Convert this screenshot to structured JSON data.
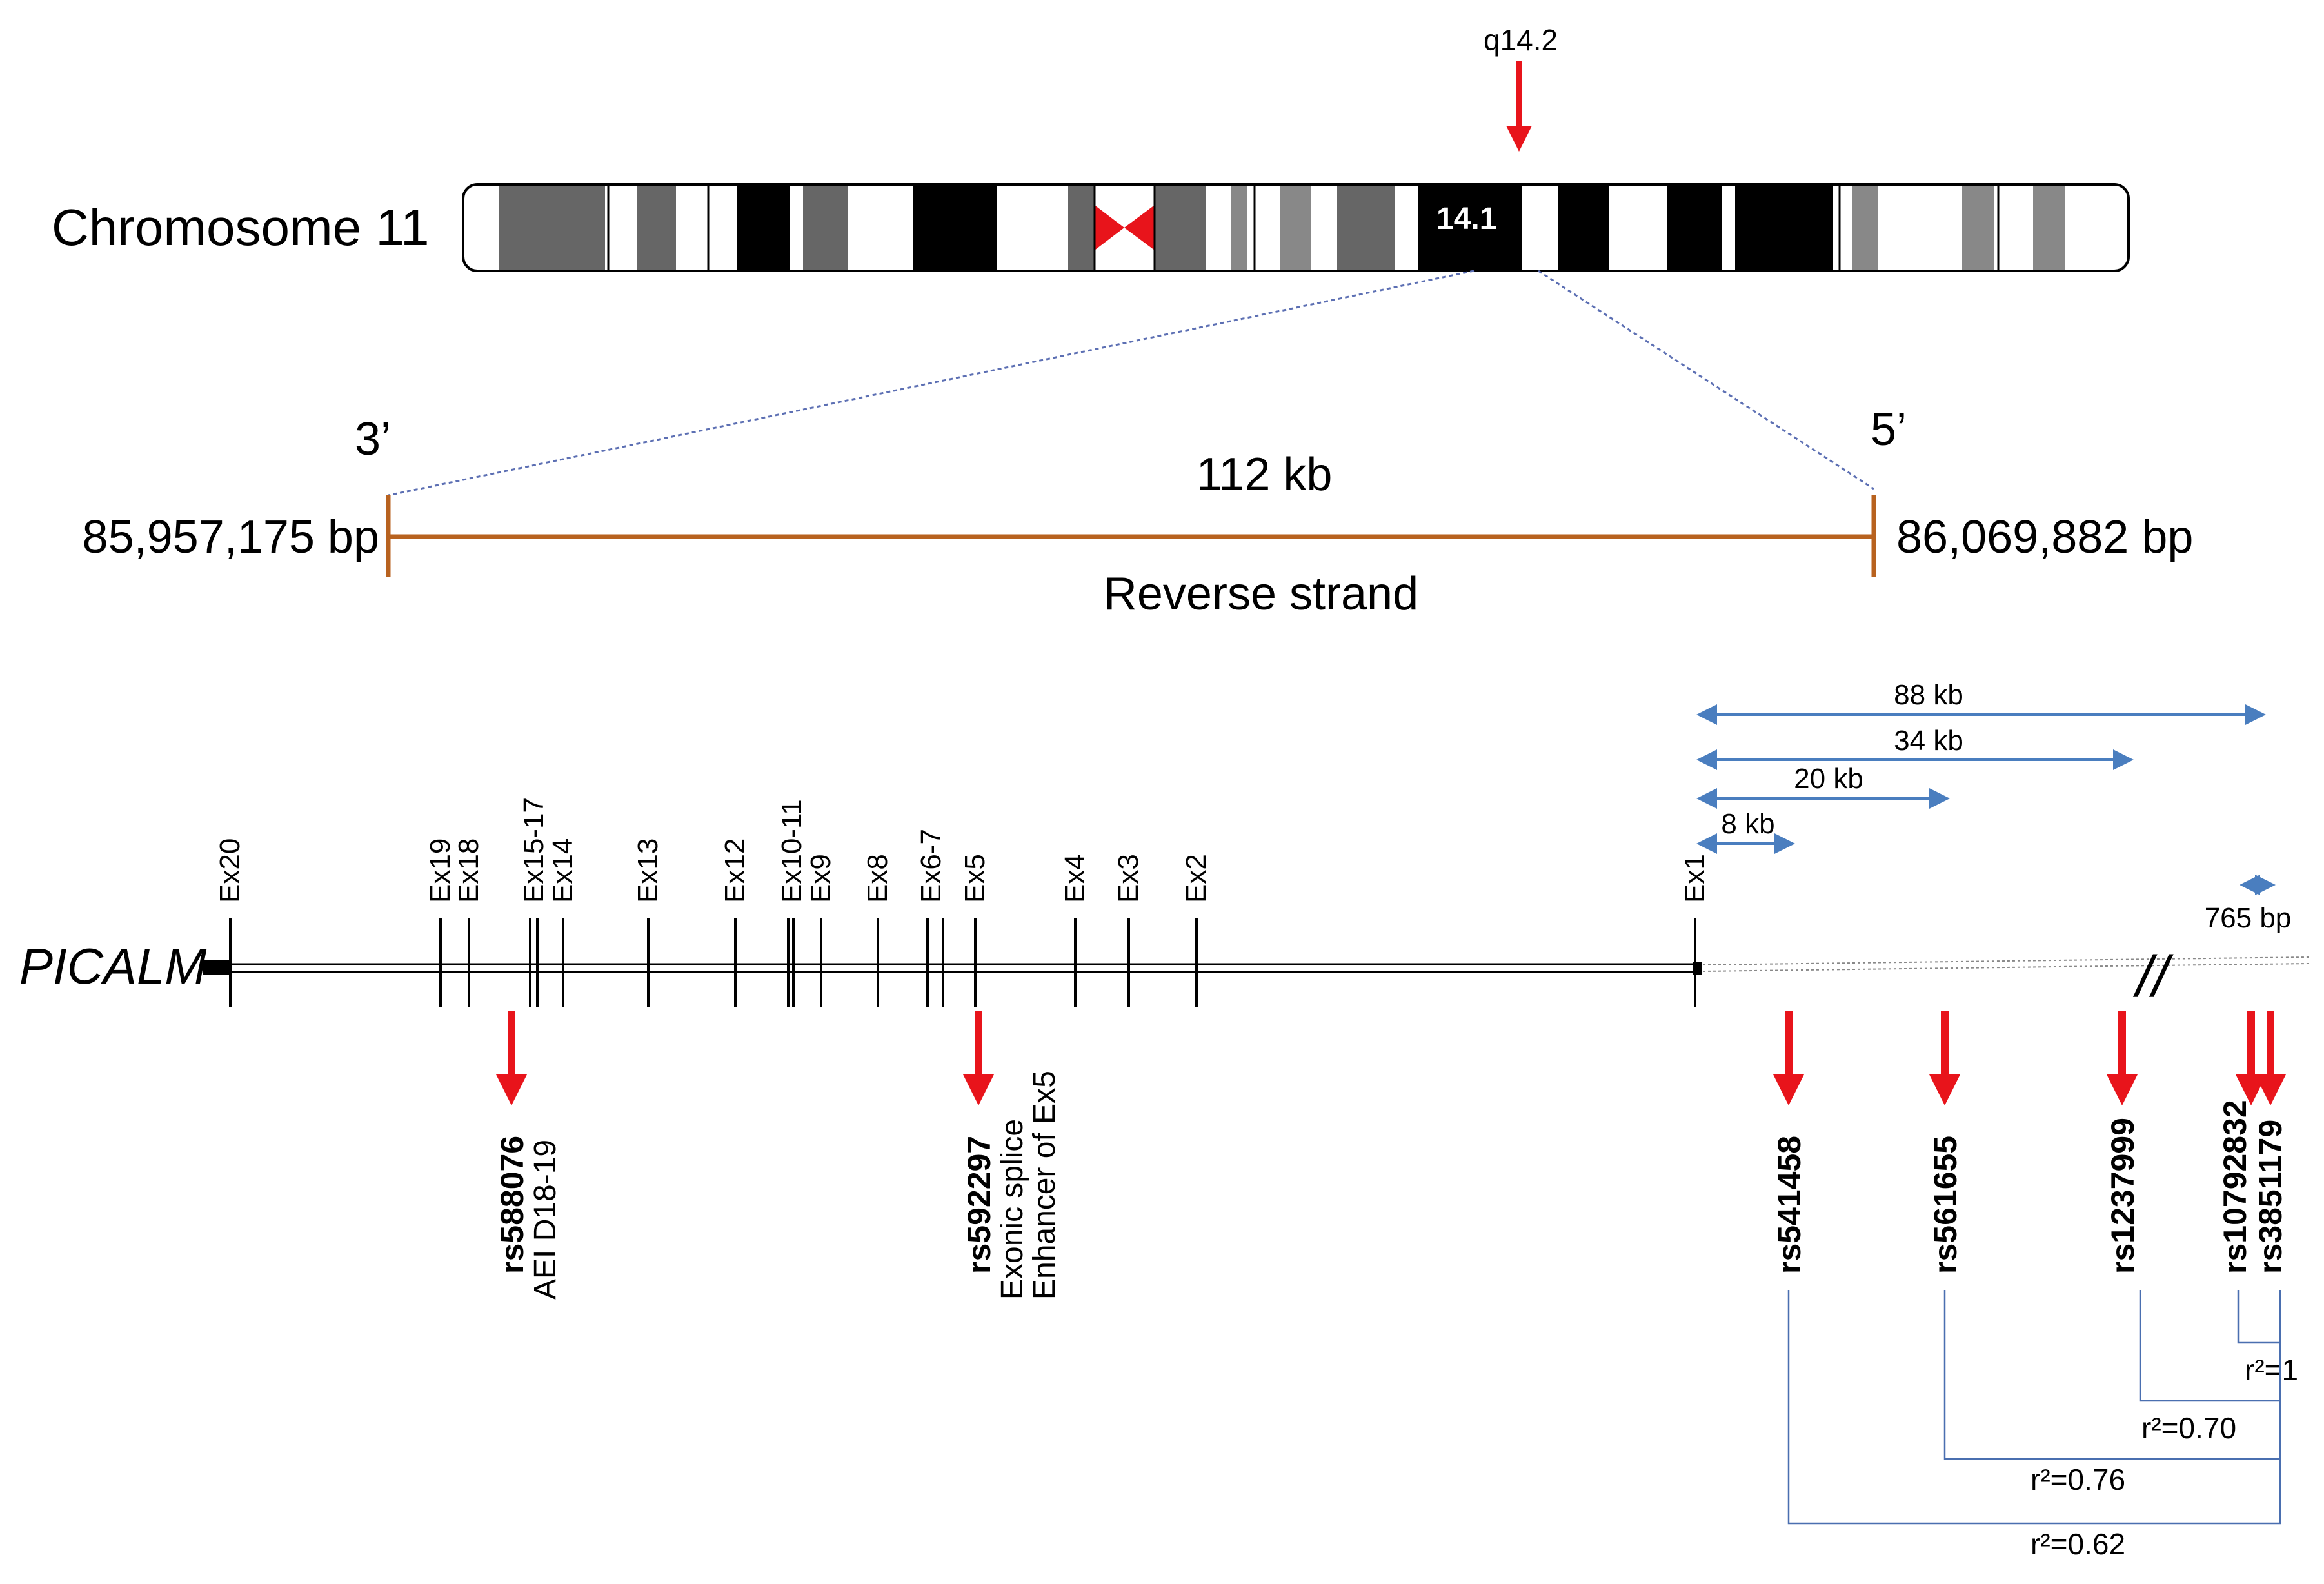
{
  "chromosome": {
    "label": "Chromosome 11",
    "band_label": "14.1",
    "arrow_label": "q14.2"
  },
  "region": {
    "left_end": "3’",
    "right_end": "5’",
    "start_coord": "85,957,175 bp",
    "end_coord": "86,069,882 bp",
    "length": "112 kb",
    "strand": "Reverse strand"
  },
  "gene": {
    "name": "PICALM",
    "exons": [
      "Ex20",
      "Ex19",
      "Ex18",
      "Ex15-17",
      "Ex14",
      "Ex13",
      "Ex12",
      "Ex10-11",
      "Ex9",
      "Ex8",
      "Ex6-7",
      "Ex5",
      "Ex4",
      "Ex3",
      "Ex2",
      "Ex1"
    ],
    "break_mark": "//"
  },
  "distances": [
    "88 kb",
    "34 kb",
    "20 kb",
    "8 kb",
    "765 bp"
  ],
  "snps": [
    {
      "id": "rs588076",
      "notes": [
        "AEI D18-19"
      ]
    },
    {
      "id": "rs592297",
      "notes": [
        "Exonic splice",
        "Enhancer of Ex5"
      ]
    },
    {
      "id": "rs541458",
      "notes": []
    },
    {
      "id": "rs561655",
      "notes": []
    },
    {
      "id": "rs1237999",
      "notes": []
    },
    {
      "id": "rs10792832",
      "notes": []
    },
    {
      "id": "rs3851179",
      "notes": []
    }
  ],
  "ld": [
    {
      "label": "r²=1"
    },
    {
      "label": "r²=0.70"
    },
    {
      "label": "r²=0.76"
    },
    {
      "label": "r²=0.62"
    }
  ],
  "colors": {
    "snp_arrow": "#e8141b",
    "distance_arrow": "#4a7ebf",
    "region_line": "#b8621f",
    "ld_line": "#4a6fb0",
    "zoom_line": "#5c6fb3",
    "centromere": "#e8141b"
  }
}
